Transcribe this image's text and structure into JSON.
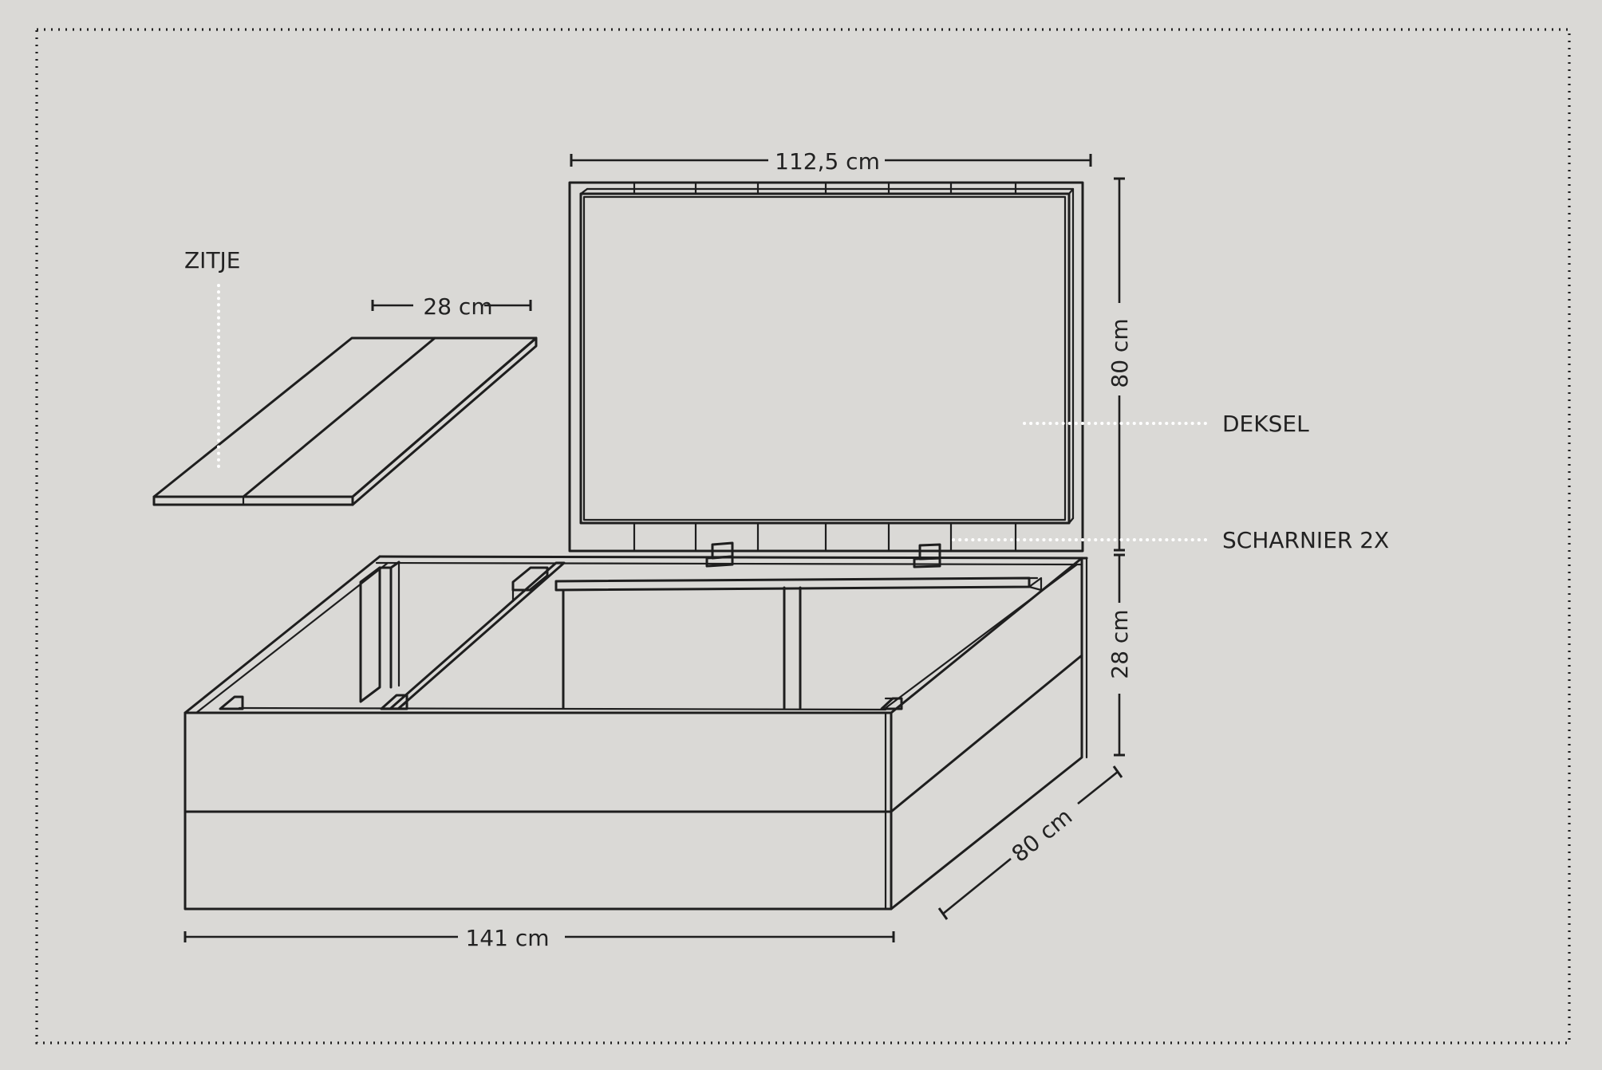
{
  "labels": {
    "seat": "ZITJE",
    "lid": "DEKSEL",
    "hinge": "SCHARNIER 2X"
  },
  "dimensions": {
    "seat_width": "28 cm",
    "lid_width": "112,5 cm",
    "lid_height": "80 cm",
    "box_height": "28 cm",
    "box_depth": "80 cm",
    "box_length": "141 cm"
  }
}
